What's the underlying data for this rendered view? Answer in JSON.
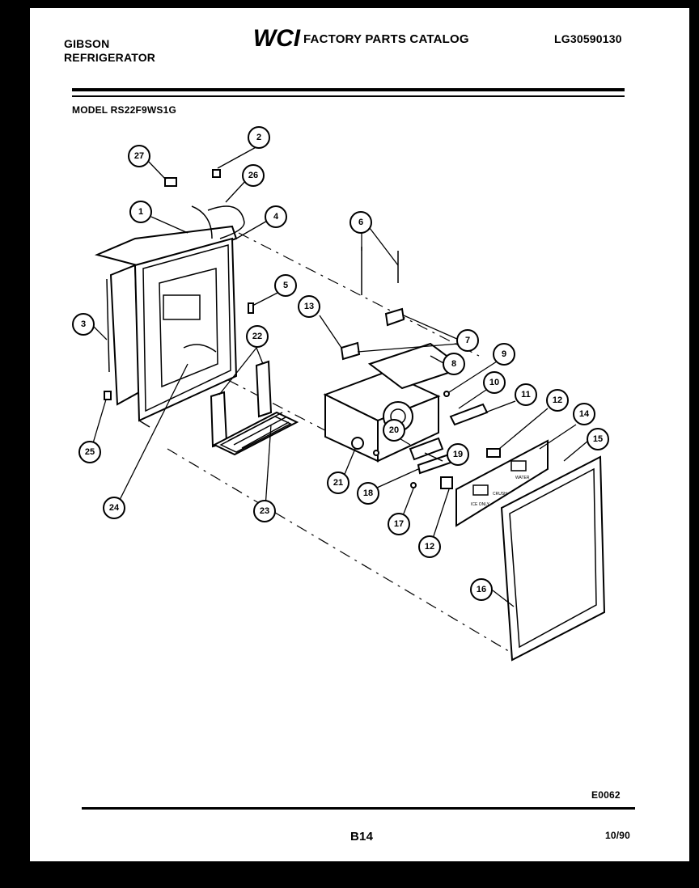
{
  "header": {
    "brand_line1": "GIBSON",
    "brand_line2": "REFRIGERATOR",
    "logo_text": "WCI",
    "catalog_title": "FACTORY PARTS CATALOG",
    "catalog_number": "LG30590130",
    "model_label": "MODEL RS22F9WS1G"
  },
  "footer": {
    "diagram_code": "E0062",
    "page_number": "B14",
    "print_date": "10/90"
  },
  "callouts": [
    "1",
    "2",
    "3",
    "4",
    "5",
    "6",
    "7",
    "8",
    "9",
    "10",
    "11",
    "12",
    "12",
    "13",
    "14",
    "15",
    "16",
    "17",
    "18",
    "19",
    "20",
    "21",
    "22",
    "23",
    "24",
    "25",
    "26",
    "27"
  ],
  "panel_labels": [
    "ICE ONLY",
    "CRUSH",
    "WATER"
  ]
}
